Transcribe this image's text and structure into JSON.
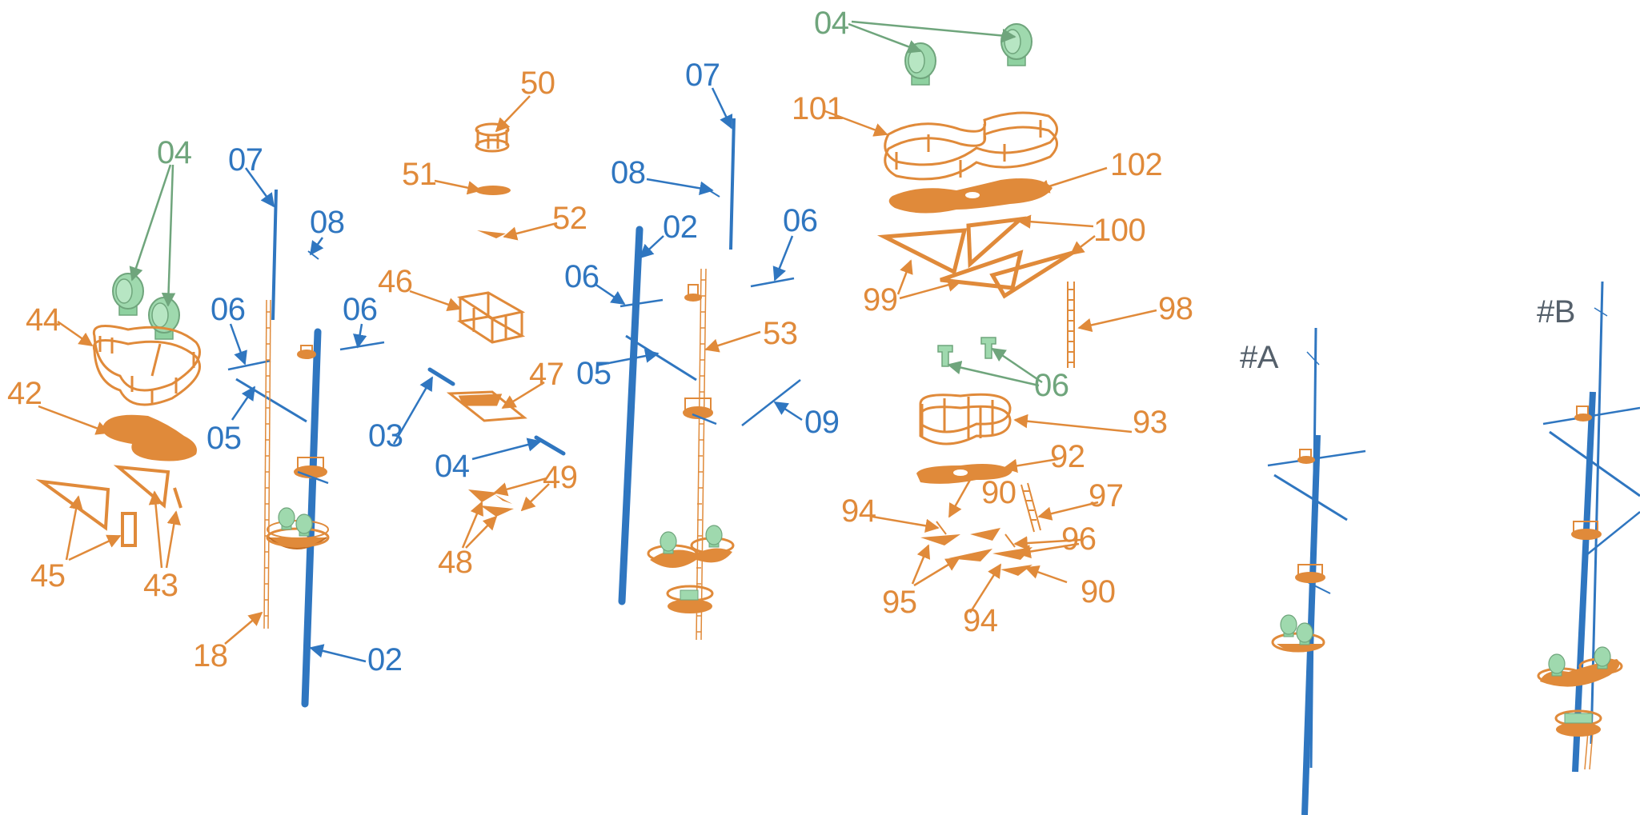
{
  "colors": {
    "orange_parts": "#E08A3A",
    "blue_parts": "#2F76C0",
    "green_parts": "#6FA57C",
    "green_fill": "#9FD9AE",
    "assembly_label": "#55606B"
  },
  "group1": {
    "l04": "04",
    "l07": "07",
    "l08": "08",
    "l44": "44",
    "l06a": "06",
    "l06b": "06",
    "l42": "42",
    "l05": "05",
    "l45": "45",
    "l43": "43",
    "l18": "18",
    "l02": "02"
  },
  "group2": {
    "l50": "50",
    "l51": "51",
    "l52": "52",
    "l46": "46",
    "l47": "47",
    "l03": "03",
    "l04": "04",
    "l49": "49",
    "l48": "48"
  },
  "group3": {
    "l07": "07",
    "l08": "08",
    "l02": "02",
    "l06a": "06",
    "l06b": "06",
    "l53": "53",
    "l05": "05",
    "l09": "09"
  },
  "group4": {
    "l04": "04",
    "l101": "101",
    "l102": "102",
    "l100": "100",
    "l99": "99",
    "l98": "98",
    "l06": "06",
    "l93": "93",
    "l92": "92",
    "l90a": "90",
    "l97": "97",
    "l94a": "94",
    "l96": "96",
    "l95": "95",
    "l94b": "94",
    "l90b": "90"
  },
  "assemblies": {
    "a": "#A",
    "b": "#B"
  }
}
